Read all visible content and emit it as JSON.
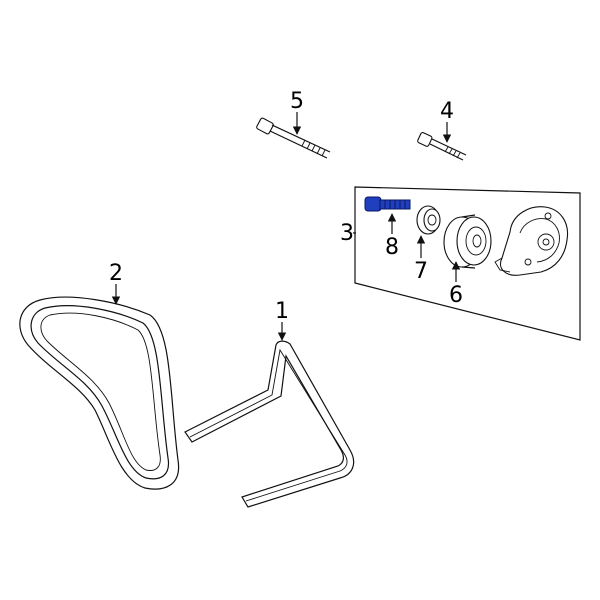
{
  "callouts": {
    "c1": "1",
    "c2": "2",
    "c3": "3",
    "c4": "4",
    "c5": "5",
    "c6": "6",
    "c7": "7",
    "c8": "8"
  },
  "colors": {
    "highlight": "#1f3fbf",
    "line": "#111111"
  }
}
